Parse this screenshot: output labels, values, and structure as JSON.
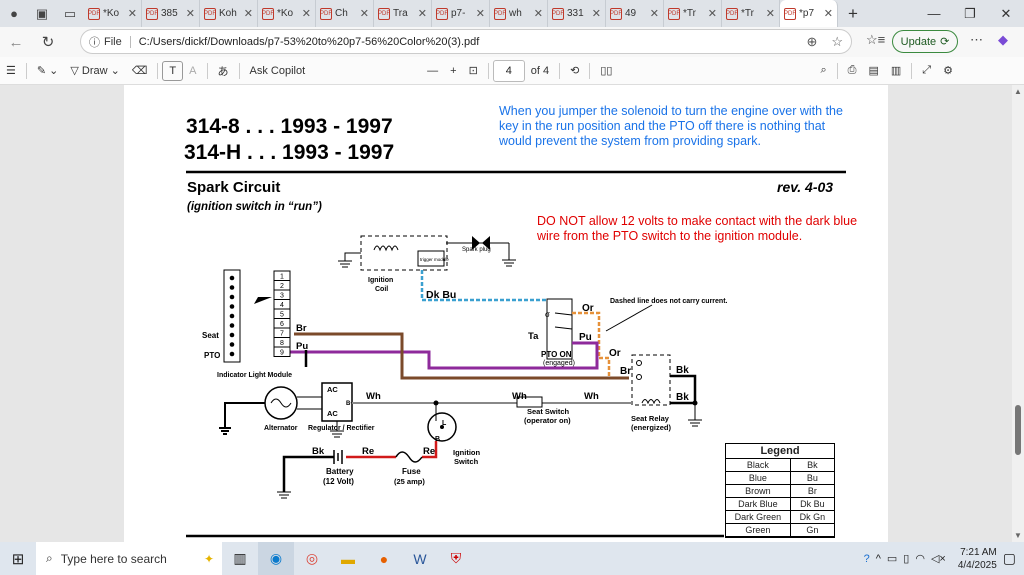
{
  "tabs": [
    "*Ko",
    "385",
    "Koh",
    "*Ko",
    "Ch",
    "Tra",
    "p7-",
    "wh",
    "331",
    "49",
    "*Tr",
    "*Tr",
    "*p7"
  ],
  "address": {
    "file_label": "File",
    "url": "C:/Users/dickf/Downloads/p7-53%20to%20p7-56%20Color%20(3).pdf",
    "update_label": "Update"
  },
  "pdf_toolbar": {
    "draw": "Draw",
    "ask": "Ask Copilot",
    "page": "4",
    "of": "of 4"
  },
  "doc": {
    "model1": "314-8 . . . 1993 - 1997",
    "model2": "314-H . . . 1993 - 1997",
    "note_blue": "When you jumper the solenoid to turn the engine over with the key in the run position and the PTO off there is nothing that would prevent the system from providing spark.",
    "section": "Spark Circuit",
    "section_sub": "(ignition switch in “run”)",
    "rev": "rev. 4-03",
    "note_red": "DO NOT allow 12 volts to make contact with the dark blue wire from the PTO switch to the ignition module."
  },
  "diagram": {
    "spark_plug": "Spark plug",
    "trigger": "trigger module",
    "ign_coil": "Ignition Coil",
    "dk_bu": "Dk Bu",
    "or1": "Or",
    "dashed_note": "Dashed line does not carry current.",
    "ta": "Ta",
    "pu": "Pu",
    "pto_on": "PTO ON",
    "engaged": "(engaged)",
    "or2": "Or",
    "br": "Br",
    "bk1": "Bk",
    "bk2": "Bk",
    "seat": "Seat",
    "pto": "PTO",
    "ind_module": "Indicator Light Module",
    "br_wire": "Br",
    "pu_wire": "Pu",
    "ac1": "AC",
    "ac2": "AC",
    "bplus": "B+",
    "wh1": "Wh",
    "wh2": "Wh",
    "wh3": "Wh",
    "alt": "Alternator",
    "reg": "Regulator / Rectifier",
    "seat_switch": "Seat Switch",
    "operator_on": "(operator on)",
    "seat_relay": "Seat Relay",
    "energized": "(energized)",
    "L": "L",
    "B": "B",
    "ign_switch": "Ignition Switch",
    "bk3": "Bk",
    "re1": "Re",
    "re2": "Re",
    "battery": "Battery",
    "battery_v": "(12 Volt)",
    "fuse": "Fuse",
    "fuse_a": "(25 amp)",
    "sig": "σ",
    "terminals": [
      "1",
      "2",
      "3",
      "4",
      "5",
      "6",
      "7",
      "8",
      "9"
    ]
  },
  "legend": {
    "title": "Legend",
    "rows": [
      [
        "Black",
        "Bk"
      ],
      [
        "Blue",
        "Bu"
      ],
      [
        "Brown",
        "Br"
      ],
      [
        "Dark Blue",
        "Dk Bu"
      ],
      [
        "Dark Green",
        "Dk Gn"
      ],
      [
        "Green",
        "Gn"
      ]
    ]
  },
  "taskbar": {
    "search": "Type here to search",
    "time": "7:21 AM",
    "date": "4/4/2025"
  },
  "colors": {
    "blue_note": "#1a73e8",
    "red_note": "#e00000",
    "purple": "#8e2a9b",
    "brown": "#7b4a2a",
    "orange": "#e6913a",
    "dkblue": "#3aa0d0",
    "red": "#d11a1a"
  }
}
